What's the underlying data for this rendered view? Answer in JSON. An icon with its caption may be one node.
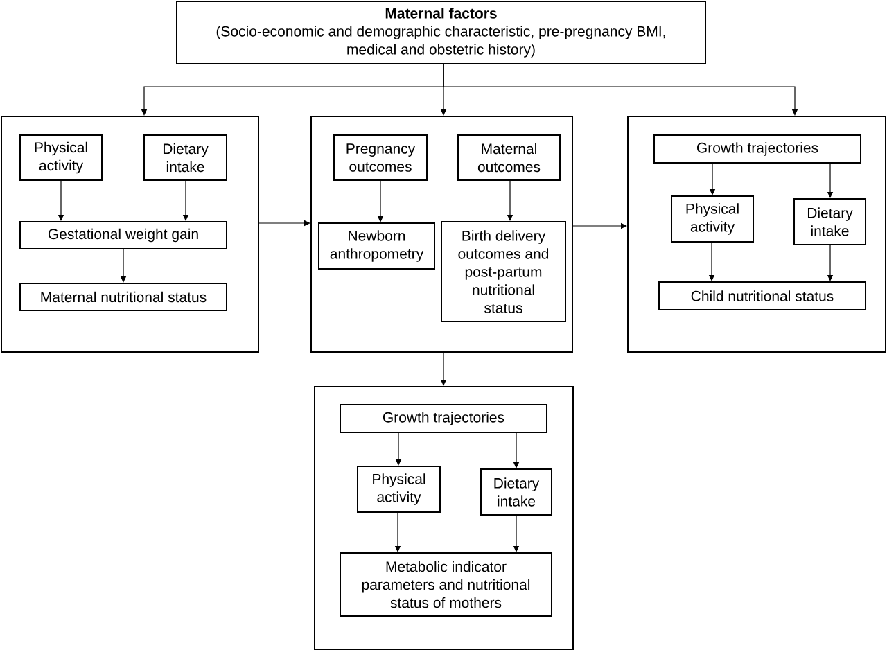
{
  "diagram": {
    "nodes": [
      {
        "text": [
          "Maternal factors",
          "(Socio-economic and demographic characteristic, pre-pregnancy BMI, medical and obstetric history)"
        ]
      },
      {
        "text": [],
        "shape": "box"
      },
      {
        "text": [
          "Physical activity"
        ],
        "in": 1
      },
      {
        "text": [
          "Dietary intake"
        ],
        "in": 1
      },
      {
        "text": [
          "Gestational weight gain"
        ],
        "in": 1
      },
      {
        "text": [
          "Maternal nutritional status"
        ],
        "in": 1
      },
      {
        "text": [],
        "shape": "box"
      },
      {
        "text": [
          "Pregnancy outcomes"
        ],
        "in": 6
      },
      {
        "text": [
          "Maternal outcomes"
        ],
        "in": 6
      },
      {
        "text": [
          "Newborn anthropometry"
        ],
        "in": 6
      },
      {
        "text": [
          "Birth delivery outcomes and post-partum nutritional status"
        ],
        "in": 6
      },
      {
        "text": [],
        "shape": "box"
      },
      {
        "text": [
          "Growth trajectories"
        ],
        "in": 11
      },
      {
        "text": [
          "Physical activity"
        ],
        "in": 11
      },
      {
        "text": [
          "Dietary intake"
        ],
        "in": 11
      },
      {
        "text": [
          "Child nutritional status"
        ],
        "in": 11
      },
      {
        "text": [],
        "shape": "box"
      },
      {
        "text": [
          "Growth trajectories"
        ],
        "in": 16
      },
      {
        "text": [
          "Physical activity"
        ],
        "in": 16
      },
      {
        "text": [
          "Dietary intake"
        ],
        "in": 16
      },
      {
        "text": [
          "Metabolic indicator parameters and nutritional status of mothers"
        ],
        "in": 16
      }
    ],
    "edges": [
      {
        "from": 0,
        "to": 1,
        "arrow": "to"
      },
      {
        "from": 0,
        "to": 6,
        "arrow": "to"
      },
      {
        "from": 0,
        "to": 11,
        "arrow": "to"
      },
      {
        "from": 1,
        "to": 6,
        "arrow": "to"
      },
      {
        "from": 6,
        "to": 11,
        "arrow": "to"
      },
      {
        "from": 6,
        "to": 16,
        "arrow": "to"
      },
      {
        "from": 2,
        "to": 4,
        "arrow": "to"
      },
      {
        "from": 3,
        "to": 4,
        "arrow": "to"
      },
      {
        "from": 4,
        "to": 5,
        "arrow": "to"
      },
      {
        "from": 7,
        "to": 9,
        "arrow": "to"
      },
      {
        "from": 8,
        "to": 10,
        "arrow": "to"
      },
      {
        "from": 12,
        "to": 13,
        "arrow": "to"
      },
      {
        "from": 12,
        "to": 14,
        "arrow": "to"
      },
      {
        "from": 13,
        "to": 15,
        "arrow": "to"
      },
      {
        "from": 14,
        "to": 15,
        "arrow": "to"
      },
      {
        "from": 17,
        "to": 18,
        "arrow": "to"
      },
      {
        "from": 17,
        "to": 19,
        "arrow": "to"
      },
      {
        "from": 18,
        "to": 20,
        "arrow": "to"
      },
      {
        "from": 19,
        "to": 20,
        "arrow": "to"
      }
    ]
  }
}
